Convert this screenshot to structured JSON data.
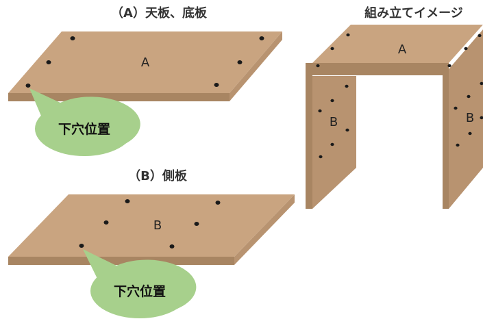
{
  "titles": {
    "a": "（A）天板、底板",
    "b": "（B）側板",
    "assembly": "組み立てイメージ"
  },
  "boards": {
    "a_label": "A",
    "b_label": "B"
  },
  "assembly": {
    "top_label": "A",
    "left_label": "B",
    "right_label": "B"
  },
  "callouts": {
    "a": "下穴位置",
    "b": "下穴位置"
  },
  "colors": {
    "board_top": "#c9a480",
    "board_edge": "#a88562",
    "board_side": "#b89370",
    "hole": "#1a1a1a",
    "bubble": "#a7d08c"
  }
}
